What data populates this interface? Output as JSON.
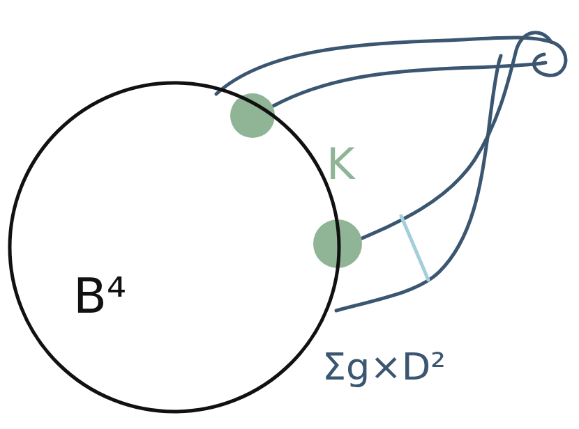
{
  "diagram": {
    "nodes": [
      {
        "text": [
          "B⁴"
        ]
      }
    ],
    "labels": [
      "K",
      "Σg×D²"
    ]
  }
}
